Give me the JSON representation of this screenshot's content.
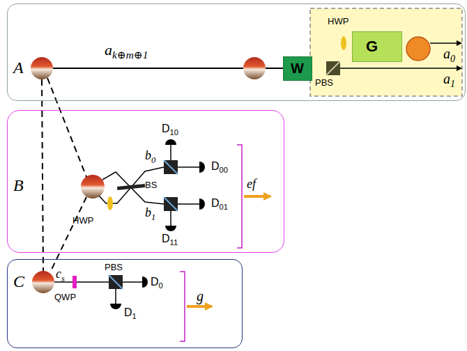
{
  "diagram": {
    "nodes": [
      {
        "text": [
          "A"
        ]
      },
      {
        "text": [
          "W"
        ],
        "in": 0
      },
      {
        "text": [
          "G"
        ],
        "in": 0
      },
      {
        "text": [
          "B"
        ]
      },
      {
        "text": [
          "C"
        ]
      }
    ],
    "edges": [
      {
        "from": 1,
        "to": 2,
        "arrow": "none"
      }
    ],
    "labels": [
      "ak⊕m⊕1",
      "HWP",
      "PBS",
      "a0",
      "a1",
      "D10",
      "b0",
      "D00",
      "D01",
      "b1",
      "BS",
      "HWP",
      "D11",
      "ef",
      "cs",
      "QWP",
      "PBS",
      "D0",
      "D1",
      "g"
    ]
  }
}
